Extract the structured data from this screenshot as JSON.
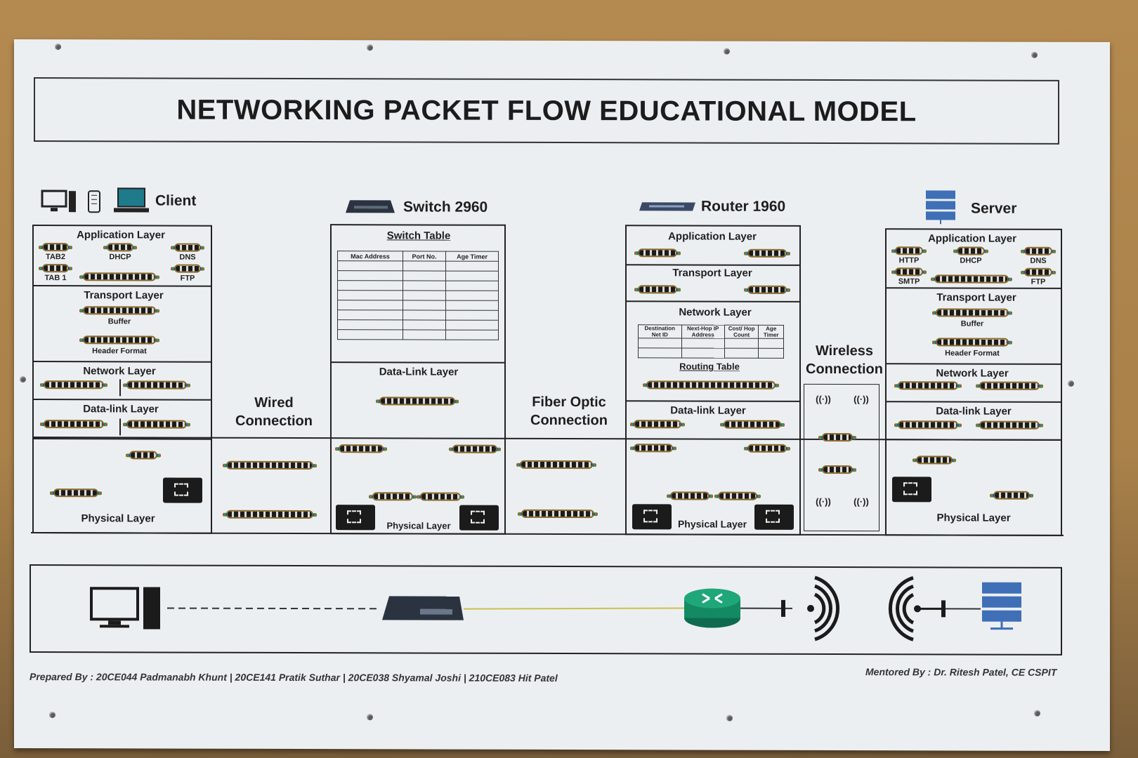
{
  "title": "NETWORKING PACKET FLOW EDUCATIONAL MODEL",
  "devices": {
    "client": "Client",
    "switch": "Switch 2960",
    "router": "Router 1960",
    "server": "Server"
  },
  "client": {
    "application_layer": "Application Layer",
    "app_items": [
      "TAB2",
      "DHCP",
      "DNS",
      "TAB 1",
      "FTP"
    ],
    "transport_layer": "Transport Layer",
    "buffer": "Buffer",
    "header_format": "Header Format",
    "network_layer": "Network Layer",
    "datalink_layer": "Data-link Layer",
    "physical_layer": "Physical Layer"
  },
  "wired": {
    "label": "Wired Connection",
    "line1": "Wired",
    "line2": "Connection"
  },
  "switch": {
    "table_title": "Switch Table",
    "columns": [
      "Mac Address",
      "Port No.",
      "Age Timer"
    ],
    "datalink_layer": "Data-Link Layer",
    "physical_layer": "Physical Layer"
  },
  "fiber": {
    "line1": "Fiber Optic",
    "line2": "Connection"
  },
  "router": {
    "application_layer": "Application Layer",
    "transport_layer": "Transport Layer",
    "network_layer": "Network Layer",
    "routing_columns": [
      "Destination Net ID",
      "Next-Hop IP Address",
      "Cost/ Hop Count",
      "Age Timer"
    ],
    "routing_table": "Routing Table",
    "datalink_layer": "Data-link Layer",
    "physical_layer": "Physical Layer"
  },
  "wireless": {
    "line1": "Wireless",
    "line2": "Connection"
  },
  "server": {
    "application_layer": "Application Layer",
    "app_items": [
      "HTTP",
      "DHCP",
      "DNS",
      "SMTP",
      "FTP"
    ],
    "transport_layer": "Transport Layer",
    "buffer": "Buffer",
    "header_format": "Header Format",
    "network_layer": "Network Layer",
    "datalink_layer": "Data-link Layer",
    "physical_layer": "Physical Layer"
  },
  "footer": {
    "prepared": "Prepared By : 20CE044 Padmanabh Khunt | 20CE141 Pratik Suthar | 20CE038 Shyamal Joshi | 210CE083 Hit Patel",
    "mentored": "Mentored By : Dr. Ritesh Patel, CE CSPIT"
  },
  "icons": [
    "desktop-icon",
    "phone-icon",
    "laptop-icon",
    "switch-icon",
    "router-icon",
    "server-icon",
    "wireless-icon"
  ]
}
